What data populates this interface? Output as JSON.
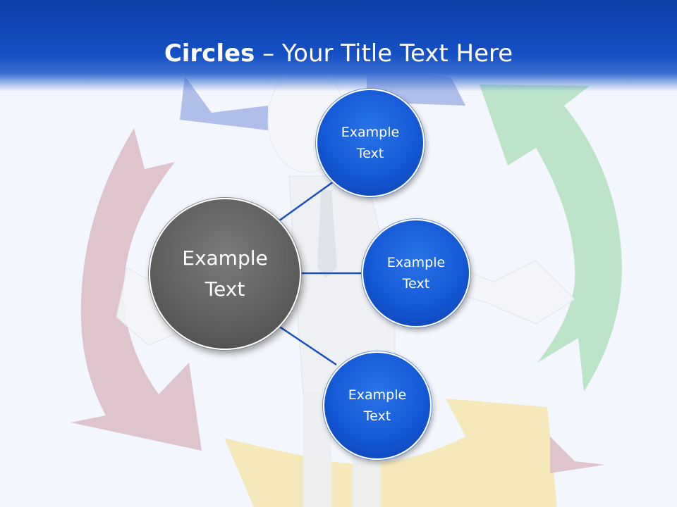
{
  "slide": {
    "title_bold": "Circles",
    "title_rest": " – Your Title Text Here",
    "center_circle": {
      "label": "Example\nText"
    },
    "satellites": [
      {
        "label": "Example\nText"
      },
      {
        "label": "Example\nText"
      },
      {
        "label": "Example\nText"
      }
    ]
  },
  "colors": {
    "header_blue": "#1550c4",
    "circle_blue": "#1459d6",
    "circle_gray": "#5e5e5e",
    "arrow_blue": "#9fb2e4",
    "arrow_green": "#a9ddb8",
    "arrow_yellow": "#f5e6b0",
    "arrow_red": "#d9b8c2",
    "connector": "#1a4fbf"
  }
}
